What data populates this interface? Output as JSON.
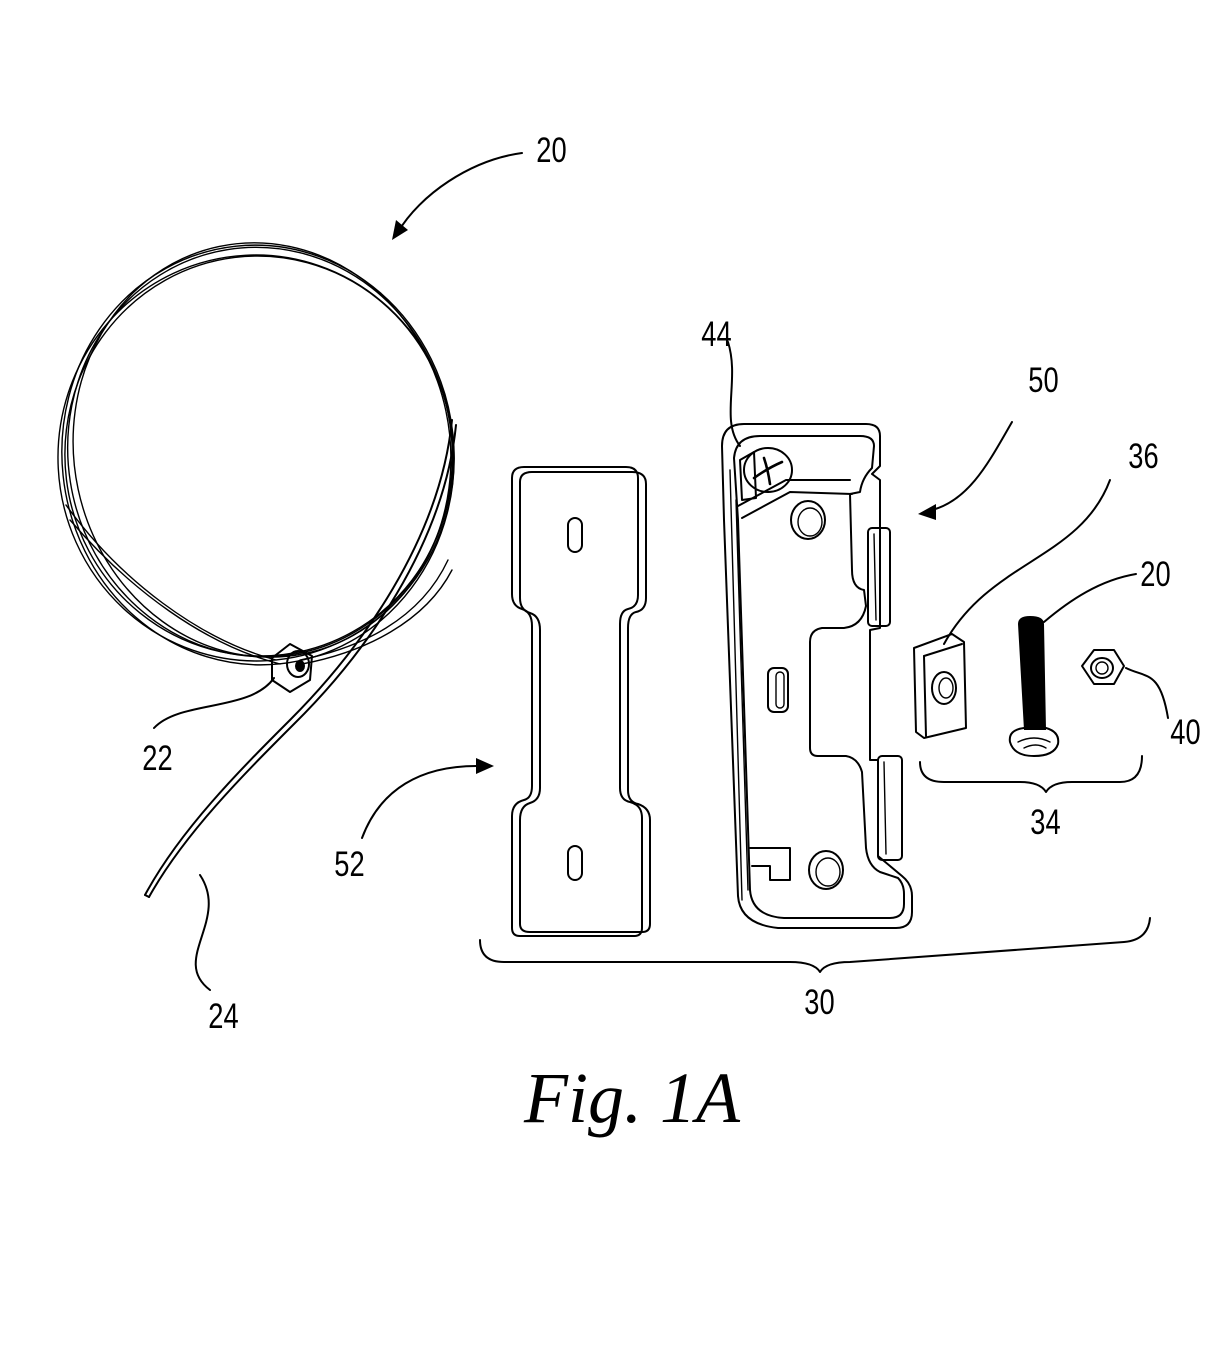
{
  "figure": {
    "caption": "Fig. 1A",
    "colors": {
      "ink": "#000000",
      "paper": "#ffffff"
    },
    "reference_numerals": {
      "cable_assembly": "20",
      "ferrule": "22",
      "cable_end": "24",
      "bracket_assembly": "30",
      "fastener_set": "34",
      "clamp_block": "36",
      "nut": "40",
      "bracket_screw": "44",
      "bracket_plate": "50",
      "backing_plate": "52",
      "bolt": "20"
    }
  }
}
